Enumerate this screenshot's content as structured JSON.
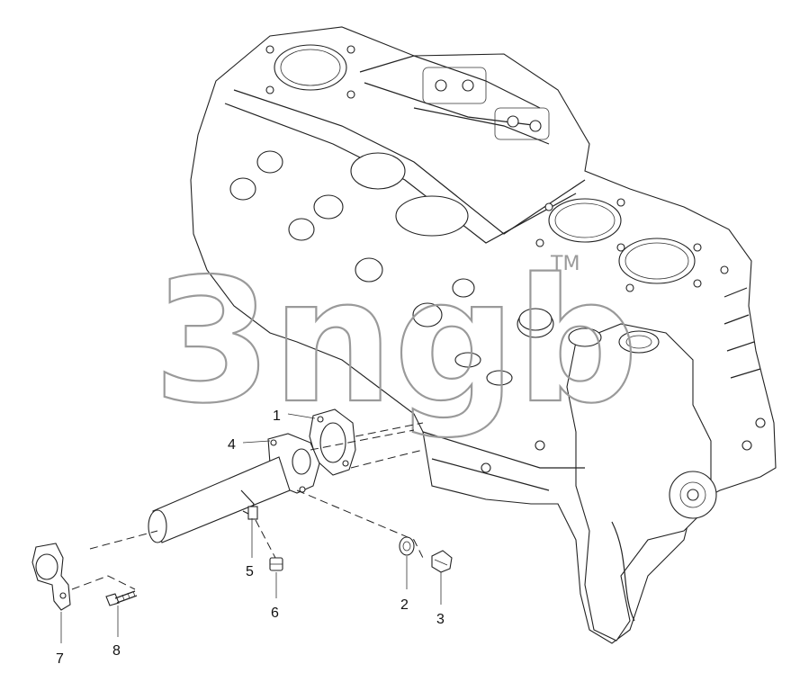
{
  "diagram": {
    "watermark": {
      "text": "3ngb",
      "trademark": "TM"
    },
    "callouts": [
      {
        "id": "callout-1",
        "label": "1"
      },
      {
        "id": "callout-2",
        "label": "2"
      },
      {
        "id": "callout-3",
        "label": "3"
      },
      {
        "id": "callout-4",
        "label": "4"
      },
      {
        "id": "callout-5",
        "label": "5"
      },
      {
        "id": "callout-6",
        "label": "6"
      },
      {
        "id": "callout-7",
        "label": "7"
      },
      {
        "id": "callout-8",
        "label": "8"
      }
    ]
  }
}
